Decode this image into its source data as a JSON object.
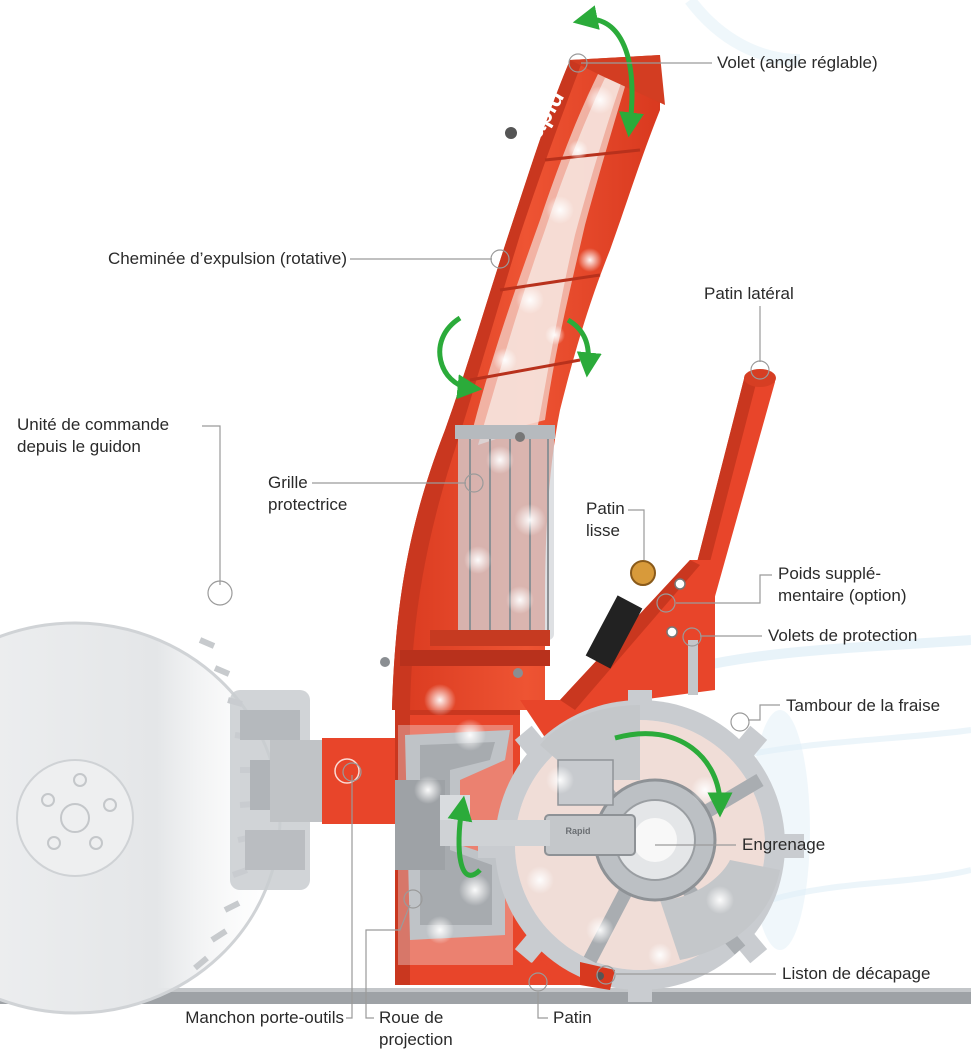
{
  "brand": {
    "logo_text": "Rapid",
    "gearbox_text": "Rapid"
  },
  "labels": {
    "volet": "Volet (angle réglable)",
    "cheminee": "Cheminée d’expulsion (rotative)",
    "patin_lateral": "Patin latéral",
    "unite_line1": "Unité de commande",
    "unite_line2": "depuis le guidon",
    "grille_line1": "Grille",
    "grille_line2": "protectrice",
    "patin_lisse_line1": "Patin",
    "patin_lisse_line2": "lisse",
    "poids_line1": "Poids supplé-",
    "poids_line2": "mentaire (option)",
    "volets_protection": "Volets de protection",
    "tambour": "Tambour de la fraise",
    "engrenage": "Engrenage",
    "liston": "Liston de décapage",
    "manchon": "Manchon porte-outils",
    "roue_line1": "Roue de",
    "roue_line2": "projection",
    "patin": "Patin"
  },
  "colors": {
    "machine_red": "#e8452a",
    "machine_red_dark": "#b8311c",
    "rotation_arrow": "#2bab3a",
    "leader_line": "#9a9a9a",
    "drum_grey": "#c9cccf",
    "ground": "#9ea2a6"
  }
}
